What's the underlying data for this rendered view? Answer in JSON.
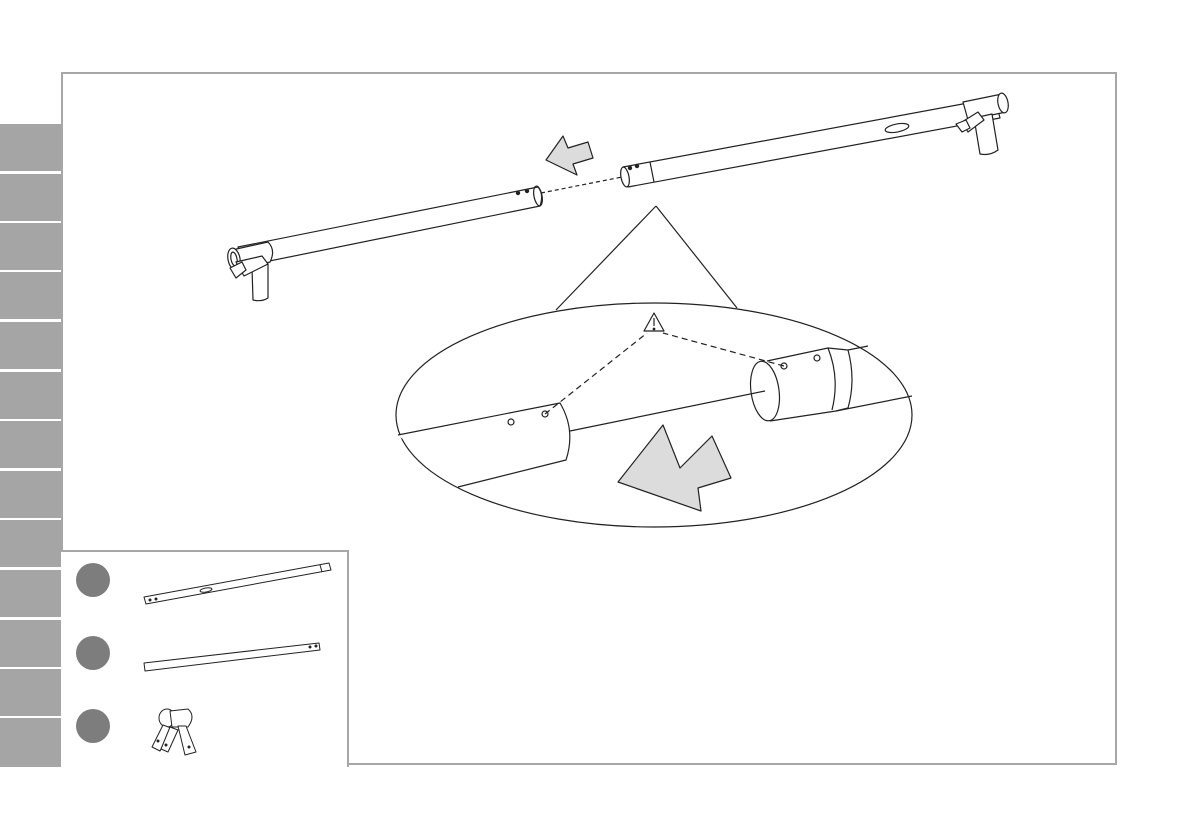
{
  "document": {
    "type": "assembly-instruction-step",
    "side_tabs_count": 13,
    "parts_legend": [
      {
        "part": "long-tube-with-slot"
      },
      {
        "part": "long-tube-with-holes"
      },
      {
        "part": "corner-connector"
      }
    ],
    "colors": {
      "frame": "#a7a7a7",
      "tab": "#a5a5a5",
      "badge": "#7d7d7d",
      "arrow_fill": "#dcdcdc",
      "line": "#222222"
    }
  }
}
